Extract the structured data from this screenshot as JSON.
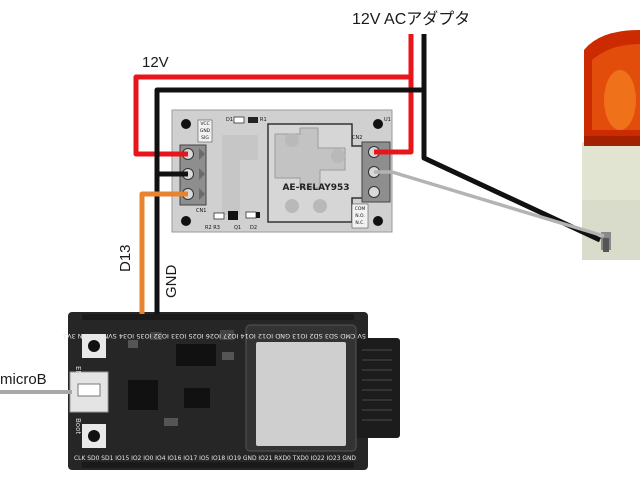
{
  "labels": {
    "adapter": "12V ACアダプタ",
    "power_12v": "12V",
    "d13": "D13",
    "gnd": "GND",
    "microb": "microB"
  },
  "relay": {
    "name": "AE-RELAY953",
    "cn1": "CN1",
    "cn2": "CN2",
    "u1": "U1",
    "pins_left": [
      "VCC",
      "GND",
      "SIG"
    ],
    "pins_right": [
      "COM",
      "N.O.",
      "N.C."
    ],
    "d1": "D1",
    "r1": "R1",
    "q1": "Q1",
    "d2": "D2",
    "r2r3": "R2 R3"
  },
  "esp32": {
    "en": "EN",
    "boot": "Boot",
    "top_pins": "5V CMD SD3 SD2 IO13 GND IO12 IO14 IO27 IO26 IO25 IO33 IO32 IO35 IO34 SVN SVP EN 3V3",
    "bottom_pins": "CLK SD0 SD1 IO15 IO2 IO0 IO4 IO16 IO17 IO5 IO18 IO19 GND IO21 RXD0 TXD0 IO22 IO23 GND"
  },
  "colors": {
    "red": "#e8161b",
    "black": "#111111",
    "orange": "#e8832f",
    "gray": "#b3b3b3",
    "board": "#262626",
    "module": "#cfcfcf"
  }
}
